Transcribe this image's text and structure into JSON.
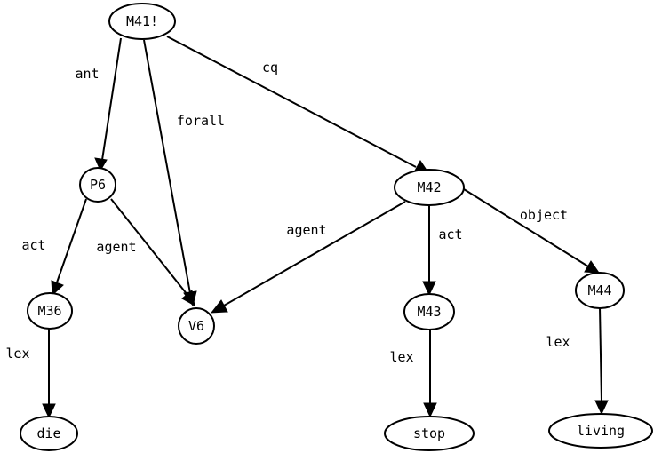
{
  "diagram": {
    "type": "semantic-network",
    "nodes": [
      {
        "id": "M41",
        "label": "M41!"
      },
      {
        "id": "P6",
        "label": "P6"
      },
      {
        "id": "M42",
        "label": "M42"
      },
      {
        "id": "M36",
        "label": "M36"
      },
      {
        "id": "V6",
        "label": "V6"
      },
      {
        "id": "M43",
        "label": "M43"
      },
      {
        "id": "M44",
        "label": "M44"
      },
      {
        "id": "die",
        "label": "die"
      },
      {
        "id": "stop",
        "label": "stop"
      },
      {
        "id": "living",
        "label": "living"
      }
    ],
    "edges": [
      {
        "id": "e-m41-p6",
        "from": "M41",
        "to": "P6",
        "label": "ant"
      },
      {
        "id": "e-m41-v6",
        "from": "M41",
        "to": "V6",
        "label": "forall"
      },
      {
        "id": "e-m41-m42",
        "from": "M41",
        "to": "M42",
        "label": "cq"
      },
      {
        "id": "e-p6-m36",
        "from": "P6",
        "to": "M36",
        "label": "act"
      },
      {
        "id": "e-p6-v6",
        "from": "P6",
        "to": "V6",
        "label": "agent"
      },
      {
        "id": "e-m42-v6",
        "from": "M42",
        "to": "V6",
        "label": "agent"
      },
      {
        "id": "e-m42-m43",
        "from": "M42",
        "to": "M43",
        "label": "act"
      },
      {
        "id": "e-m42-m44",
        "from": "M42",
        "to": "M44",
        "label": "object"
      },
      {
        "id": "e-m36-die",
        "from": "M36",
        "to": "die",
        "label": "lex"
      },
      {
        "id": "e-m43-stop",
        "from": "M43",
        "to": "stop",
        "label": "lex"
      },
      {
        "id": "e-m44-living",
        "from": "M44",
        "to": "living",
        "label": "lex"
      }
    ]
  }
}
